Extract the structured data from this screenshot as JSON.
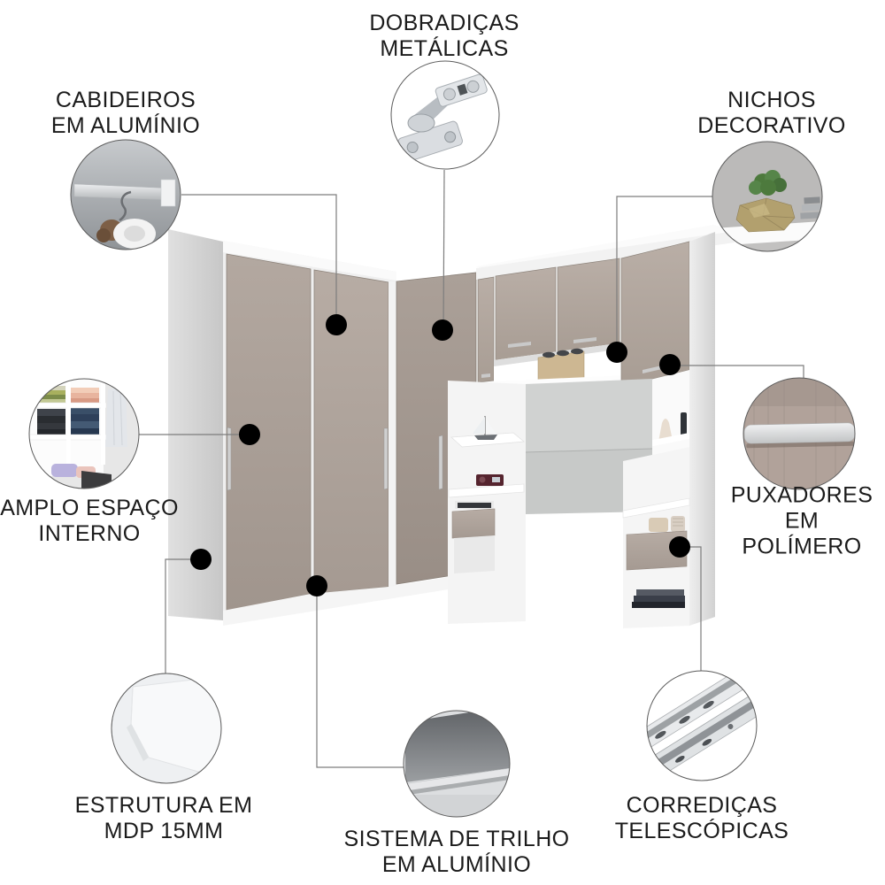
{
  "callouts": [
    {
      "id": "dobradicas",
      "label": "DOBRADIÇAS\nMETÁLICAS",
      "icon": "metal-hinge-icon"
    },
    {
      "id": "cabideiros",
      "label": "CABIDEIROS\nEM ALUMÍNIO",
      "icon": "clothes-rail-icon"
    },
    {
      "id": "nichos",
      "label": "NICHOS\nDECORATIVO",
      "icon": "decorative-niche-icon"
    },
    {
      "id": "amplo",
      "label": "AMPLO ESPAÇO\nINTERNO",
      "icon": "internal-shelves-icon"
    },
    {
      "id": "puxadores",
      "label": "PUXADORES\nEM POLÍMERO",
      "icon": "polymer-handle-icon"
    },
    {
      "id": "estrutura",
      "label": "ESTRUTURA EM\nMDP 15MM",
      "icon": "mdp-panel-icon"
    },
    {
      "id": "sistema",
      "label": "SISTEMA DE TRILHO\nEM ALUMÍNIO",
      "icon": "aluminum-track-icon"
    },
    {
      "id": "corredicas",
      "label": "CORREDIÇAS\nTELESCÓPICAS",
      "icon": "telescopic-slide-icon"
    }
  ],
  "colors": {
    "label_text": "#1b1b1b",
    "leader_line": "#7d7d7d",
    "feature_dot": "#000000",
    "door_taupe": "#ab9f97",
    "frame_white": "#f2f2f2",
    "headboard_gray": "#c7c9c8"
  }
}
